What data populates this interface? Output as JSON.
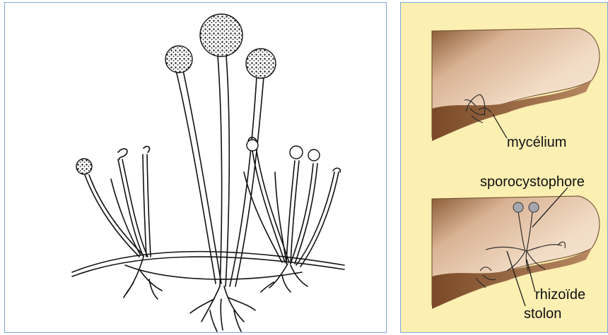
{
  "labels": {
    "mycelium": "mycélium",
    "sporocystophore": "sporocystophore",
    "rhizoide": "rhizoïde",
    "stolon": "stolon"
  },
  "colors": {
    "panel_border": "#7ea6d8",
    "right_background": "#fbefb2",
    "bread_dark": "#8a5a35",
    "bread_light": "#f2dcc6"
  }
}
